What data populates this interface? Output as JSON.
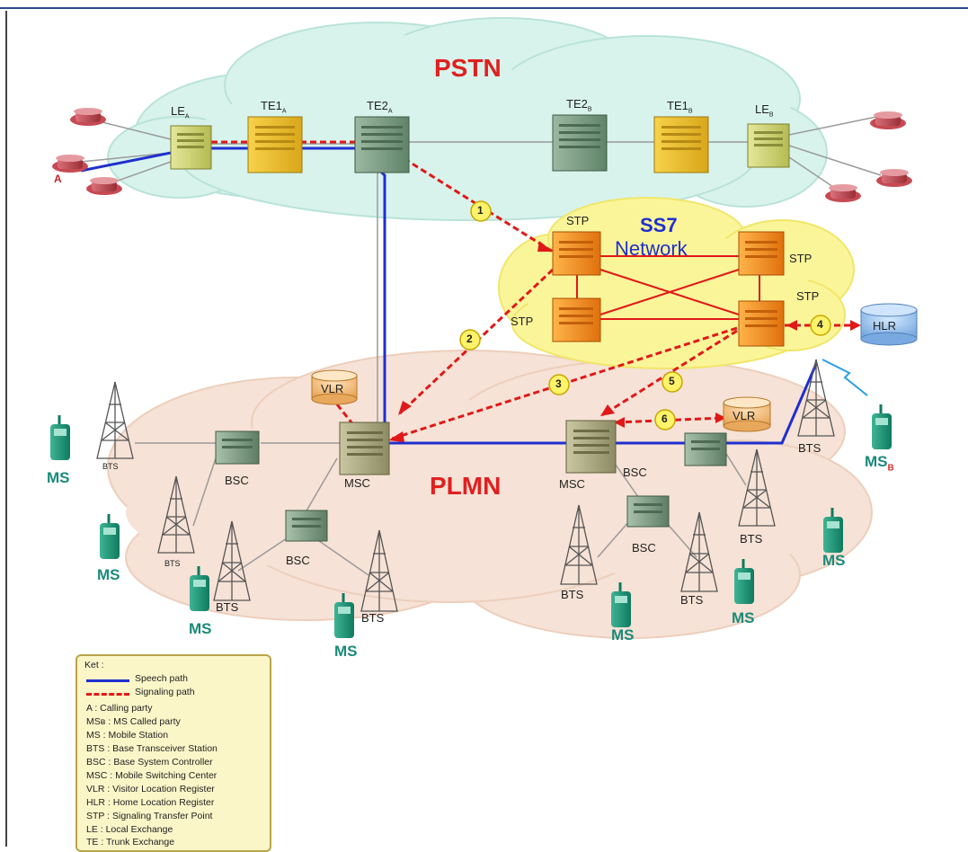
{
  "clouds": {
    "pstn": "PSTN",
    "ss7_line1": "SS7",
    "ss7_line2": "Network",
    "plmn": "PLMN"
  },
  "pstn_nodes": {
    "le_a": "LE",
    "le_a_sub": "A",
    "te1_a": "TE1",
    "te1_a_sub": "A",
    "te2_a": "TE2",
    "te2_a_sub": "A",
    "te2_b": "TE2",
    "te2_b_sub": "B",
    "te1_b": "TE1",
    "te1_b_sub": "B",
    "le_b": "LE",
    "le_b_sub": "B",
    "party_a": "A"
  },
  "ss7_nodes": {
    "stp_1": "STP",
    "stp_2": "STP",
    "stp_3": "STP",
    "stp_4": "STP",
    "hlr": "HLR"
  },
  "plmn_nodes": {
    "vlr_left": "VLR",
    "vlr_right": "VLR",
    "msc_left": "MSC",
    "msc_right": "MSC",
    "bsc_1": "BSC",
    "bsc_2": "BSC",
    "bsc_3": "BSC",
    "bsc_4": "BSC",
    "bts": "BTS",
    "ms": "MS",
    "ms_b": "MS",
    "ms_b_sub": "B"
  },
  "steps": [
    "1",
    "2",
    "3",
    "4",
    "5",
    "6"
  ],
  "legend": {
    "title": "Ket :",
    "speech": "Speech path",
    "signaling": "Signaling path",
    "items": [
      "A     : Calling party",
      "MSʙ : MS Called party",
      "MS    : Mobile Station",
      "BTS : Base Transceiver Station",
      "BSC : Base System Controller",
      "MSC : Mobile Switching Center",
      "VLR : Visitor Location Register",
      "HLR : Home Location Register",
      "STP : Signaling Transfer Point",
      "LE    : Local Exchange",
      "TE   : Trunk Exchange"
    ]
  },
  "colors": {
    "speech_path": "#1f2fd0",
    "signaling_path": "#e01818",
    "pstn_cloud": "#d8f3ec",
    "ss7_cloud": "#fbf59a",
    "plmn_cloud": "#f6e2d6",
    "title_red": "#e02020",
    "ms_teal": "#1a8a7a"
  }
}
